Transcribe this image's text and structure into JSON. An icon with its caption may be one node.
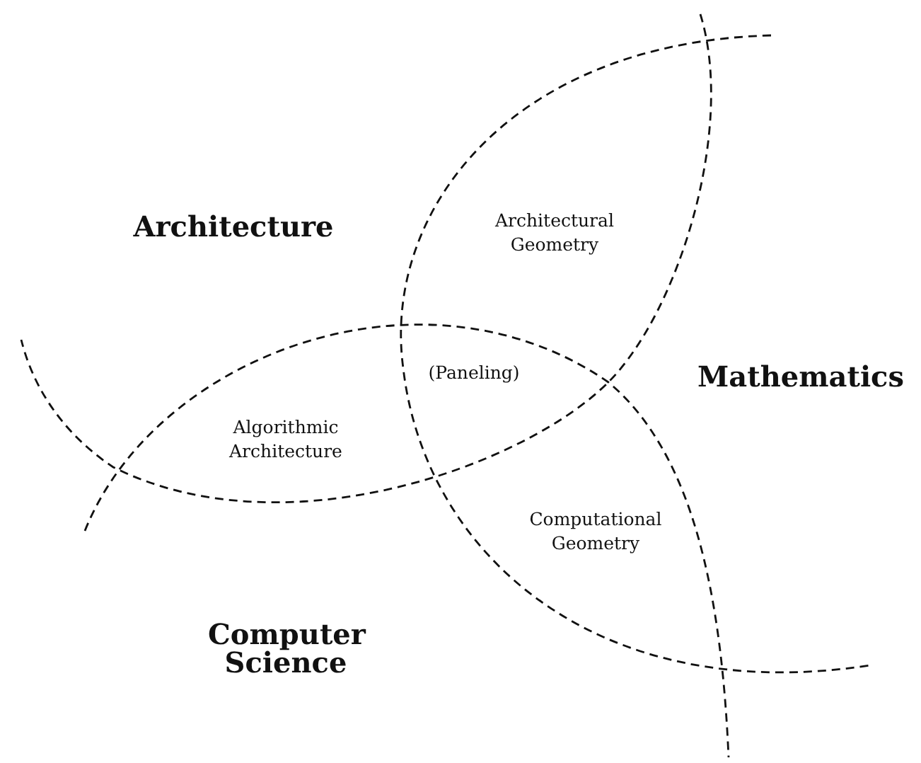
{
  "diagram": {
    "labels": [
      "Architecture",
      "Architectural Geometry",
      "Mathematics",
      "(Paneling)",
      "Algorithmic Architecture",
      "Computational Geometry",
      "Computer Science"
    ]
  }
}
